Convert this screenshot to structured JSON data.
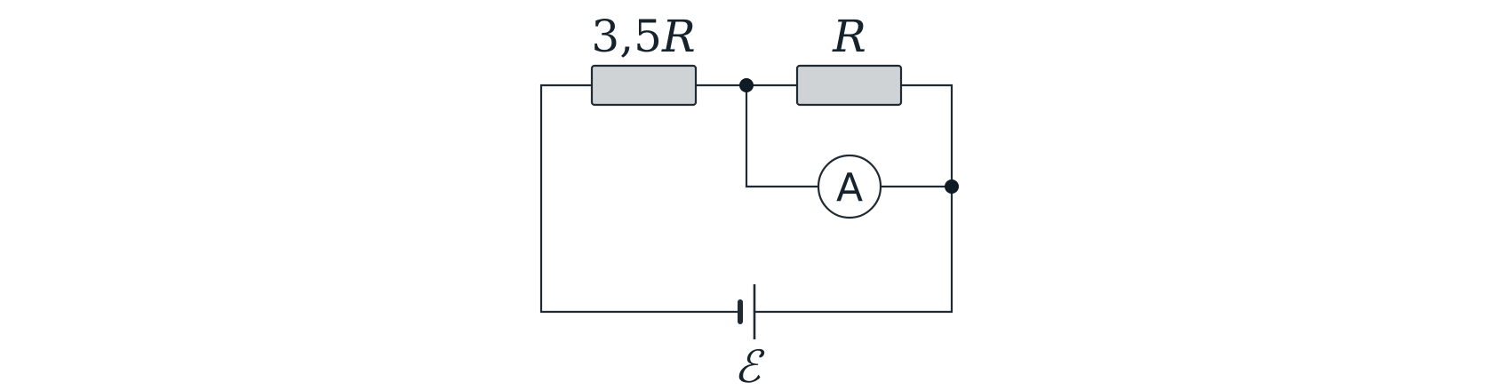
{
  "resistor_left": {
    "value_number": "3,5",
    "value_symbol": "R"
  },
  "resistor_right": {
    "value_symbol": "R"
  },
  "ammeter": {
    "letter": "A"
  },
  "battery": {
    "emf_symbol": "ℰ"
  },
  "colors": {
    "wire": "#1f2a33",
    "resistor_fill": "#cfd3d6",
    "junction": "#0f1c26"
  }
}
